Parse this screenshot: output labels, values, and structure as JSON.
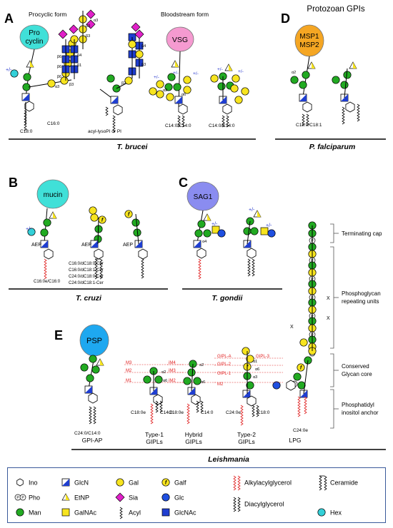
{
  "header": {
    "title": "Protozoan GPIs"
  },
  "panels": {
    "A": {
      "letter": "A",
      "organism": "T. brucei",
      "subtitle_left": "Procyclic form",
      "subtitle_right": "Bloodstream form",
      "protein_left": "Pro\ncyclin",
      "protein_right": "VSG",
      "lipids": [
        "C16:0",
        "C18:0",
        "acyl-lysoPI or PI",
        "C14:0/C14:0",
        "C14:0/C14:0"
      ]
    },
    "B": {
      "letter": "B",
      "organism": "T. cruzi",
      "protein": "mucin",
      "aep": "AEP",
      "lipids": [
        "C16:0e/C16:0",
        "C16:0/dC18:0-Cer",
        "C16:0/dC18:1-Cer",
        "C24:0/dC18:0-Cer",
        "C24:0/dC18:1-Cer"
      ]
    },
    "C": {
      "letter": "C",
      "organism": "T. gondii",
      "protein": "SAG1"
    },
    "D": {
      "letter": "D",
      "organism": "P. falciparum",
      "protein": "MSP1\nMSP2",
      "lipids": [
        "C18:0/C18:1"
      ]
    },
    "E": {
      "letter": "E",
      "organism": "Leishmania",
      "protein": "PSP",
      "lipids": [
        "C24:0/C14:0",
        "C18:0e",
        "C14:0",
        "C18:0e",
        "C14:0",
        "C24:0e",
        "C18:0",
        "C24:0e"
      ],
      "structure_labels": [
        "GPI-AP",
        "Type-1\nGIPLs",
        "Hybrid\nGIPLs",
        "Type-2\nGIPLs",
        "LPG"
      ],
      "gipl_labels": [
        "M3",
        "M2",
        "M1",
        "iM4",
        "iM3",
        "iM2",
        "GIPL-A",
        "GIPL-3",
        "GIPL-2",
        "GIPL-1"
      ],
      "regions": [
        "Terminating cap",
        "Phosphoglycan\nrepeating units",
        "Conserved\nGlycan core",
        "Phosphatidyl\ninositol anchor"
      ]
    }
  },
  "linkages": [
    "α1",
    "α2",
    "α3",
    "α4",
    "α6",
    "β1",
    "β2",
    "β3",
    "β4",
    "β6",
    "+/-",
    "X"
  ],
  "legend": {
    "items": [
      {
        "symbol": "hexagon-icon",
        "label": "Ino"
      },
      {
        "symbol": "phosphate-icon",
        "label": "Pho"
      },
      {
        "symbol": "green-circle-icon",
        "label": "Man"
      },
      {
        "symbol": "blue-split-square-icon",
        "label": "GlcN"
      },
      {
        "symbol": "yellow-split-triangle-icon",
        "label": "EtNP"
      },
      {
        "symbol": "yellow-square-icon",
        "label": "GalNAc"
      },
      {
        "symbol": "yellow-circle-icon",
        "label": "Gal"
      },
      {
        "symbol": "magenta-diamond-icon",
        "label": "Sia"
      },
      {
        "symbol": "acyl-icon",
        "label": "Acyl"
      },
      {
        "symbol": "galf-icon",
        "label": "Galf"
      },
      {
        "symbol": "blue-circle-icon",
        "label": "Glc"
      },
      {
        "symbol": "blue-square-icon",
        "label": "GlcNAc"
      },
      {
        "symbol": "alkylacylglycerol-icon",
        "label": "Alkylacylglycerol"
      },
      {
        "symbol": "diacylglycerol-icon",
        "label": "Diacylglycerol"
      },
      {
        "symbol": "ceramide-icon",
        "label": "Ceramide"
      },
      {
        "symbol": "cyan-circle-icon",
        "label": "Hex"
      }
    ]
  },
  "colors": {
    "man": "#22aa22",
    "gal": "#f7e41f",
    "glcnac": "#1f3ed0",
    "sia": "#e020c8",
    "glc": "#1f4fe0",
    "hex": "#33d0d8",
    "procyclin": "#40e0d8",
    "vsg": "#f59ad0",
    "msp": "#f5a623",
    "mucin": "#40e0d8",
    "sag1": "#8a8cf0",
    "psp": "#1ea8f0",
    "gipl_red": "#e02020"
  }
}
